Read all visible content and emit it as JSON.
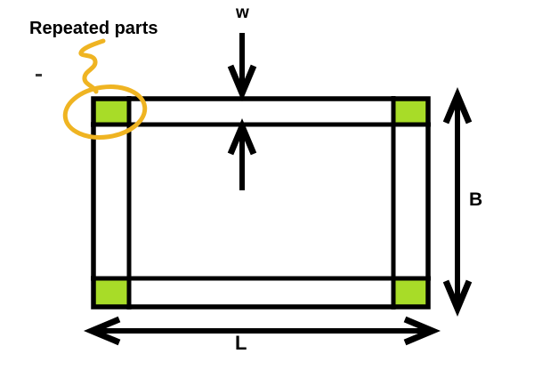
{
  "diagram": {
    "annotation_label": "Repeated parts",
    "labels": {
      "strip_width": "w",
      "breadth": "B",
      "length": "L"
    },
    "colors": {
      "part_fill": "#A8DC28",
      "highlight": "#EFB422",
      "line": "#000000",
      "background": "#FFFFFF"
    }
  }
}
